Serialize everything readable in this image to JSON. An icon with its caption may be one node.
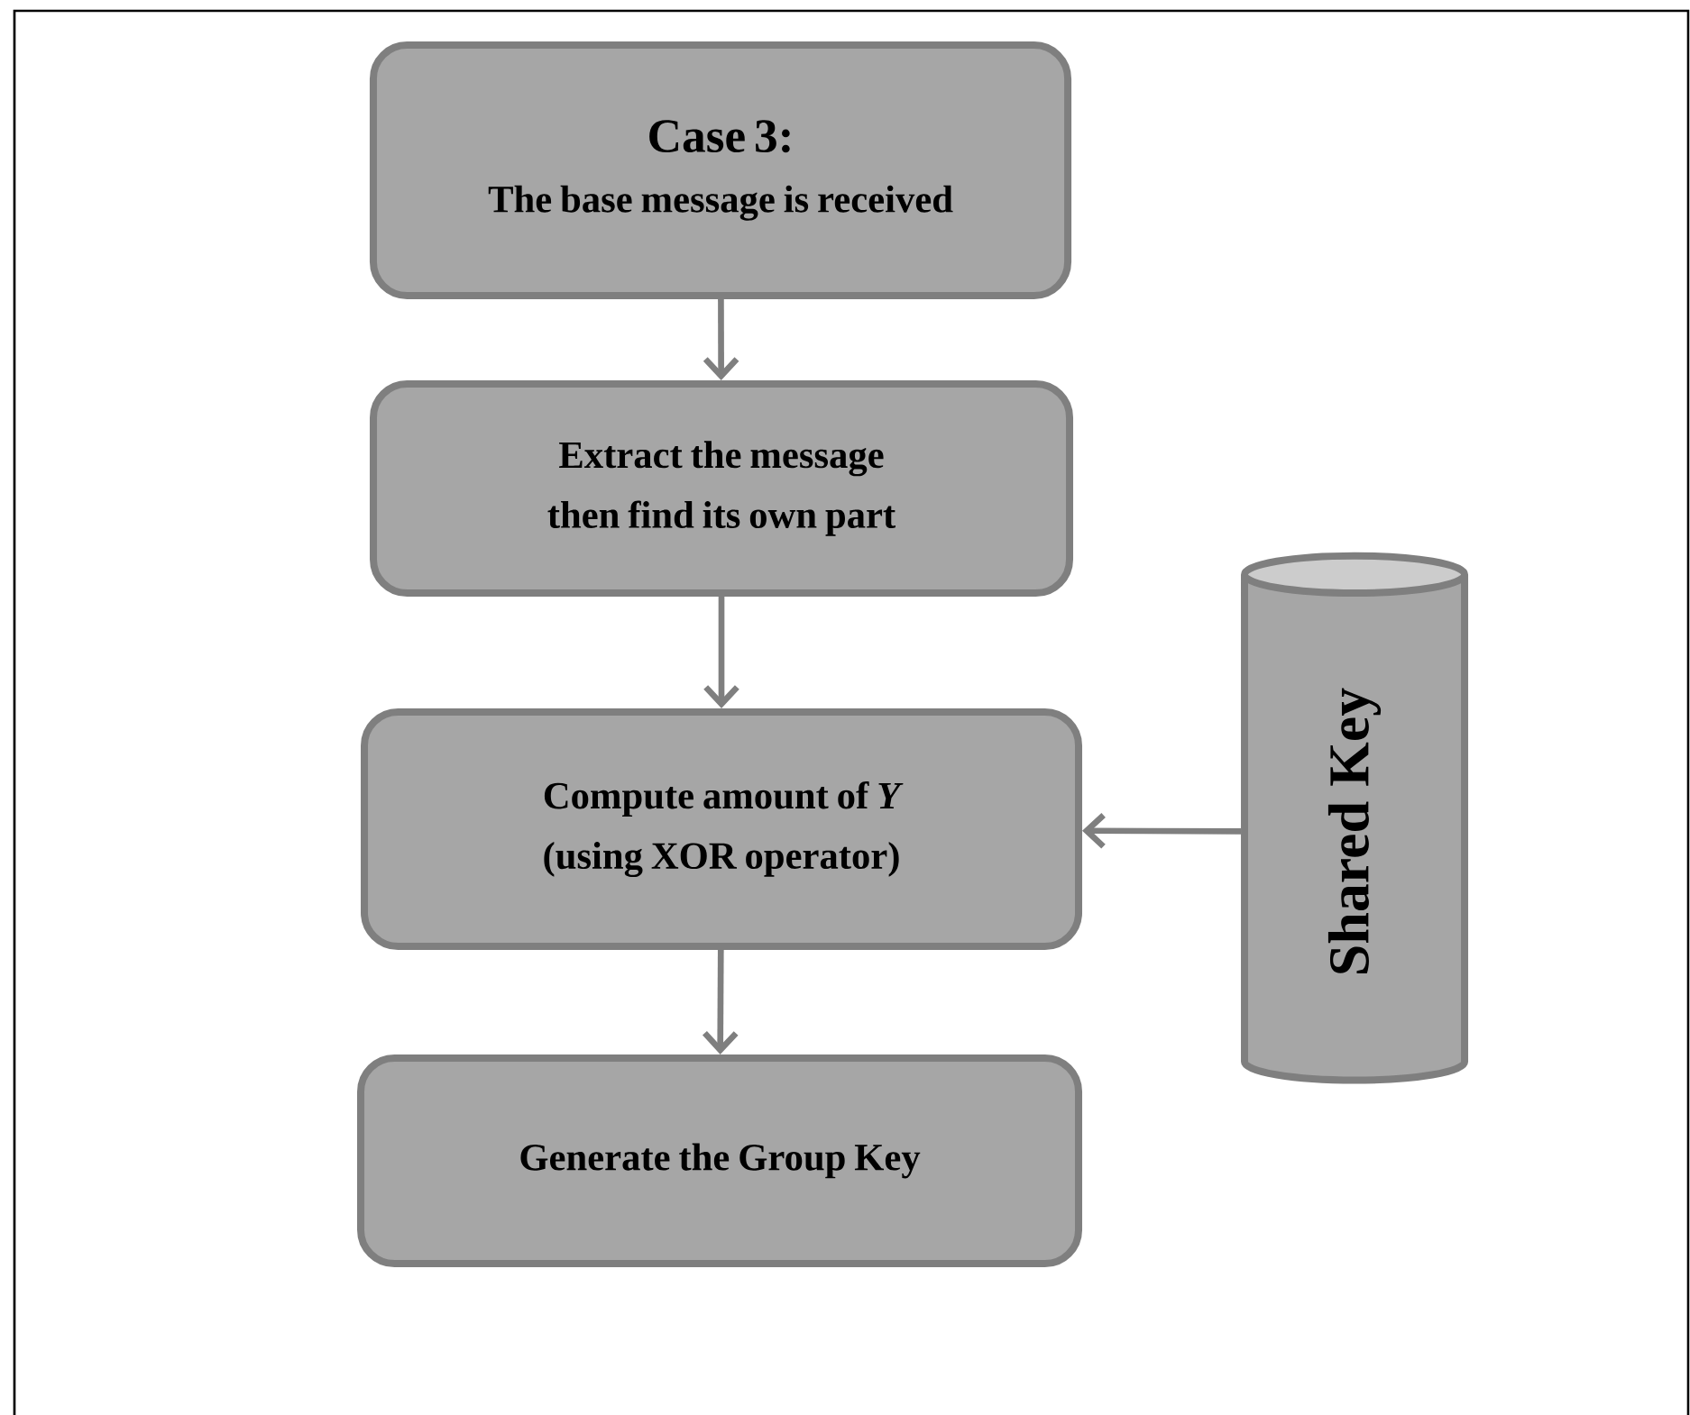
{
  "diagram": {
    "nodes": [
      {
        "text": [
          "Case 3:",
          "The base message is received"
        ]
      },
      {
        "text": [
          "Extract the message then find its own part"
        ]
      },
      {
        "text": [
          "Compute amount of *Y* (using XOR operator)"
        ]
      },
      {
        "text": [
          "Generate the Group Key"
        ]
      },
      {
        "text": [
          "Shared Key"
        ]
      }
    ],
    "edges": [
      {
        "from": 0,
        "to": 1,
        "arrow": "to"
      },
      {
        "from": 1,
        "to": 2,
        "arrow": "to"
      },
      {
        "from": 2,
        "to": 3,
        "arrow": "to"
      },
      {
        "from": 4,
        "to": 2,
        "arrow": "to"
      }
    ]
  }
}
